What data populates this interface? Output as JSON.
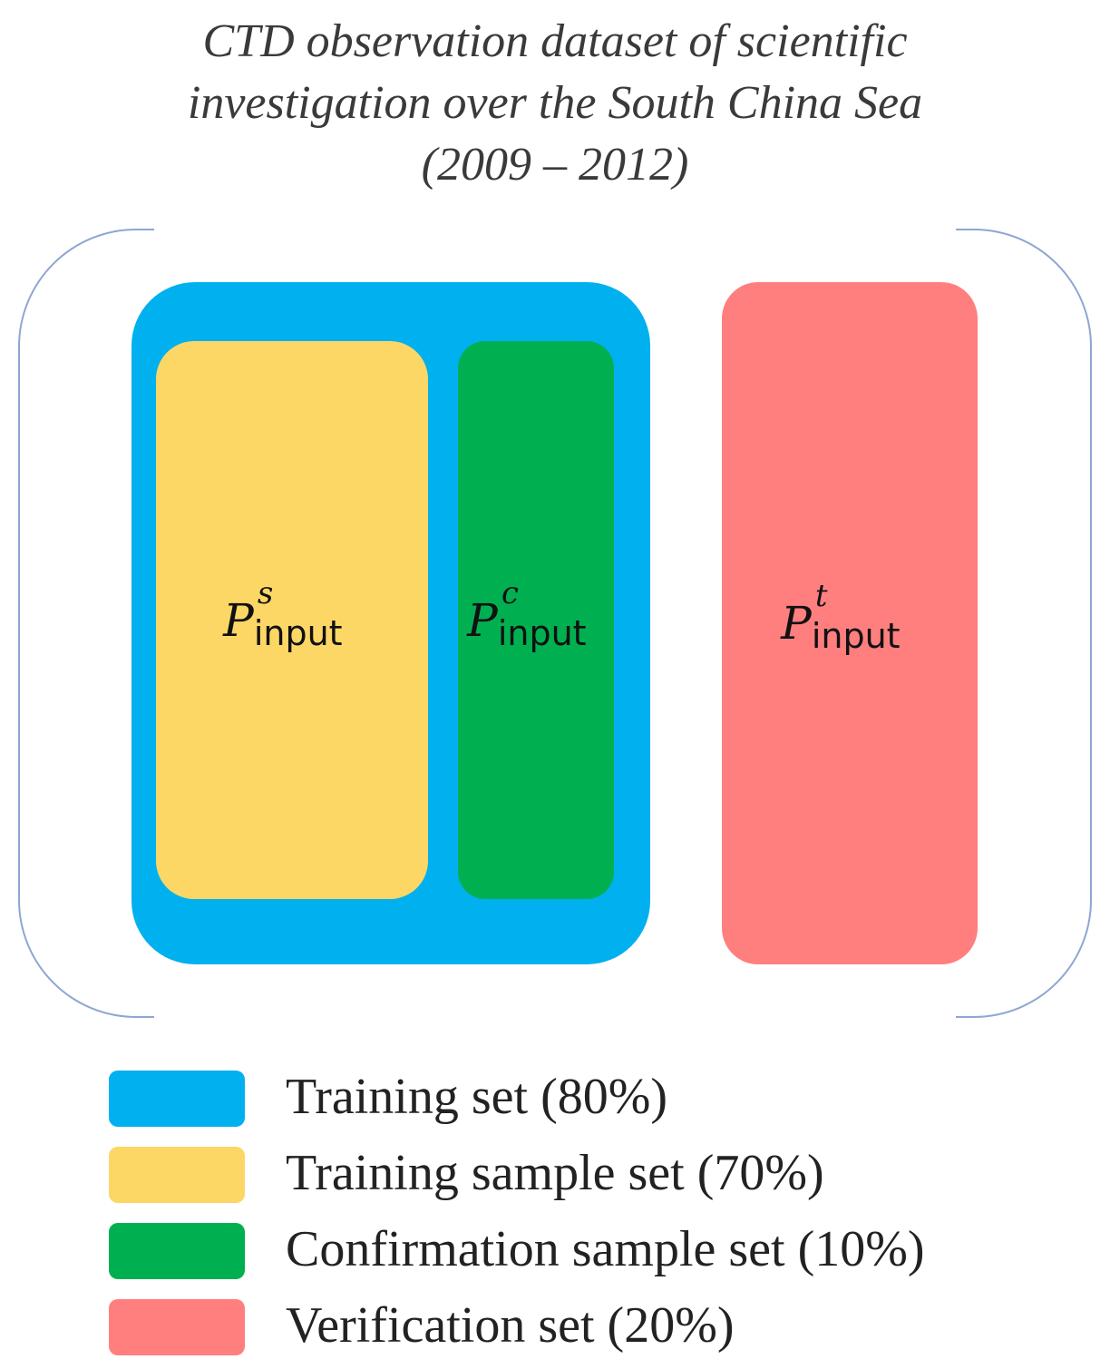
{
  "title": {
    "lines": [
      "CTD observation dataset of scientific",
      "investigation over the South China Sea",
      "(2009 – 2012)"
    ]
  },
  "colors": {
    "training": "#00b0ef",
    "training_sample": "#fcd766",
    "confirmation": "#00b050",
    "verification": "#ff7f7f",
    "bracket": "#8fa6d2"
  },
  "boxes": {
    "training_sample": {
      "base": "P",
      "sup": "s",
      "sub": "input"
    },
    "confirmation": {
      "base": "P",
      "sup": "c",
      "sub": "input"
    },
    "verification": {
      "base": "P",
      "sup": "t",
      "sub": "input"
    }
  },
  "legend": [
    {
      "label": "Training set (80%)",
      "color": "#00b0ef"
    },
    {
      "label": "Training sample set (70%)",
      "color": "#fcd766"
    },
    {
      "label": "Confirmation sample set (10%)",
      "color": "#00b050"
    },
    {
      "label": "Verification set (20%)",
      "color": "#ff7f7f"
    }
  ]
}
